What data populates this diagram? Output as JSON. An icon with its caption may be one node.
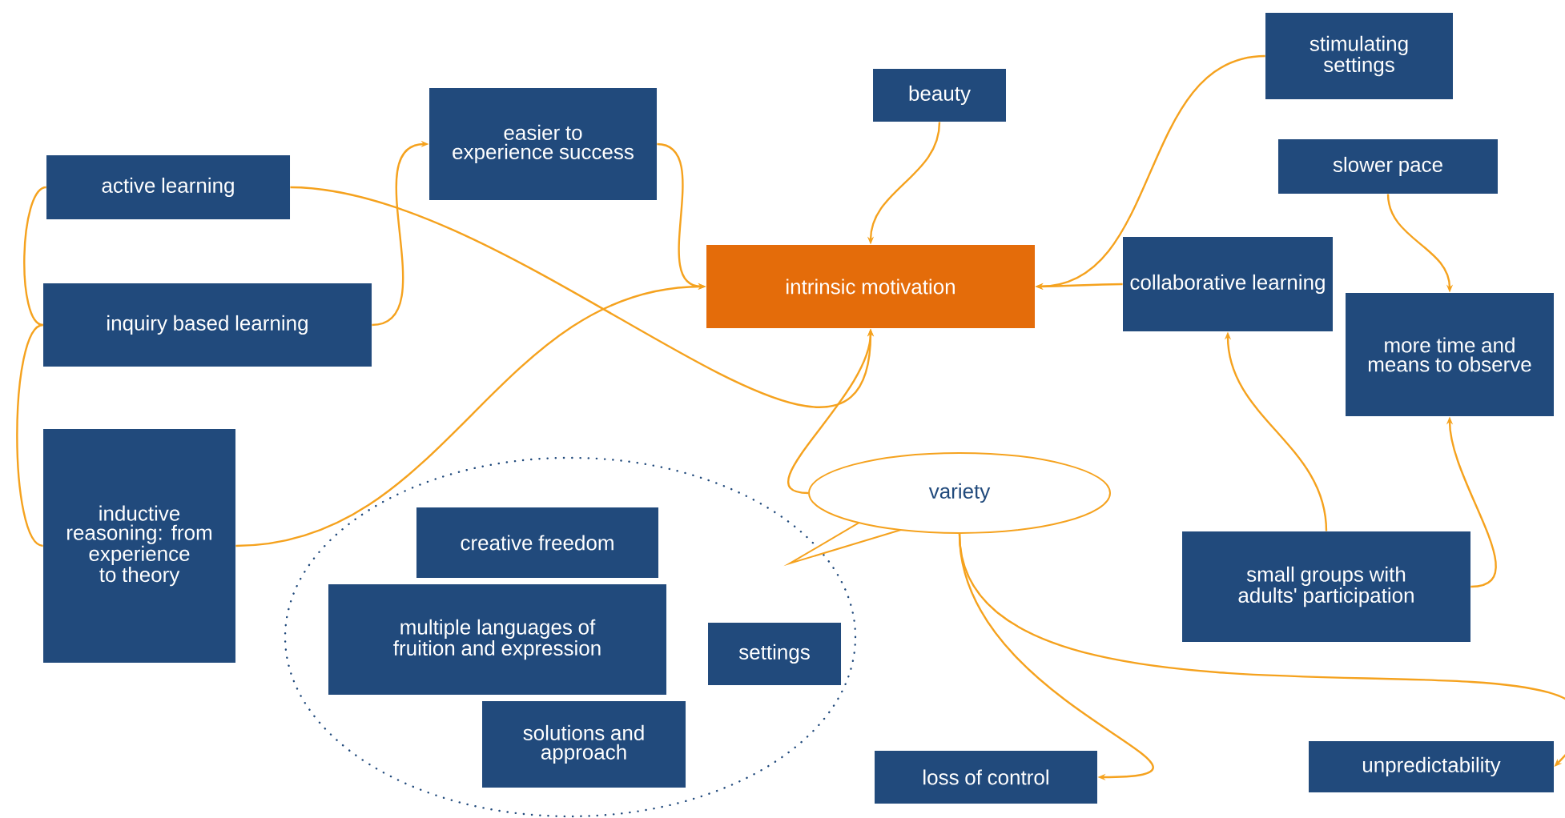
{
  "diagram": {
    "nodes": [
      {
        "text": [
          "easier to experience success"
        ]
      },
      {
        "text": [
          "beauty"
        ]
      },
      {
        "text": [
          "stimulating settings"
        ]
      },
      {
        "text": [
          "active learning"
        ]
      },
      {
        "text": [
          "slower pace"
        ]
      },
      {
        "text": [
          "intrinsic motivation"
        ]
      },
      {
        "text": [
          "collaborative learning"
        ]
      },
      {
        "text": [
          "inquiry based learning"
        ]
      },
      {
        "text": [
          "more time and means to observe"
        ]
      },
      {
        "text": [
          "inductive reasoning: from experience to theory"
        ]
      },
      {
        "text": [
          "variety"
        ]
      },
      {
        "text": [],
        "shape": "ellipse"
      },
      {
        "text": [
          "creative freedom"
        ],
        "in": 11
      },
      {
        "text": [
          "multiple languages of fruition and expression"
        ],
        "in": 11
      },
      {
        "text": [
          "settings"
        ],
        "in": 11
      },
      {
        "text": [
          "solutions and approach"
        ],
        "in": 11
      },
      {
        "text": [
          "small groups with adults' participation"
        ]
      },
      {
        "text": [
          "loss of control"
        ]
      },
      {
        "text": [
          "unpredictability"
        ]
      }
    ],
    "edges": [
      {
        "from": 3,
        "to": 7,
        "arrow": "none"
      },
      {
        "from": 7,
        "to": 9,
        "arrow": "none"
      },
      {
        "from": 7,
        "to": 0,
        "arrow": "to"
      },
      {
        "from": 0,
        "to": 5,
        "arrow": "to"
      },
      {
        "from": 3,
        "to": 5,
        "arrow": "to"
      },
      {
        "from": 9,
        "to": 5,
        "arrow": "to"
      },
      {
        "from": 1,
        "to": 5,
        "arrow": "to"
      },
      {
        "from": 2,
        "to": 5,
        "arrow": "to"
      },
      {
        "from": 6,
        "to": 5,
        "arrow": "to"
      },
      {
        "from": 4,
        "to": 8,
        "arrow": "to"
      },
      {
        "from": 16,
        "to": 6,
        "arrow": "to"
      },
      {
        "from": 16,
        "to": 8,
        "arrow": "to"
      },
      {
        "from": 10,
        "to": 5,
        "arrow": "to"
      },
      {
        "from": 10,
        "to": 17,
        "arrow": "to"
      },
      {
        "from": 10,
        "to": 18,
        "arrow": "to"
      }
    ]
  }
}
